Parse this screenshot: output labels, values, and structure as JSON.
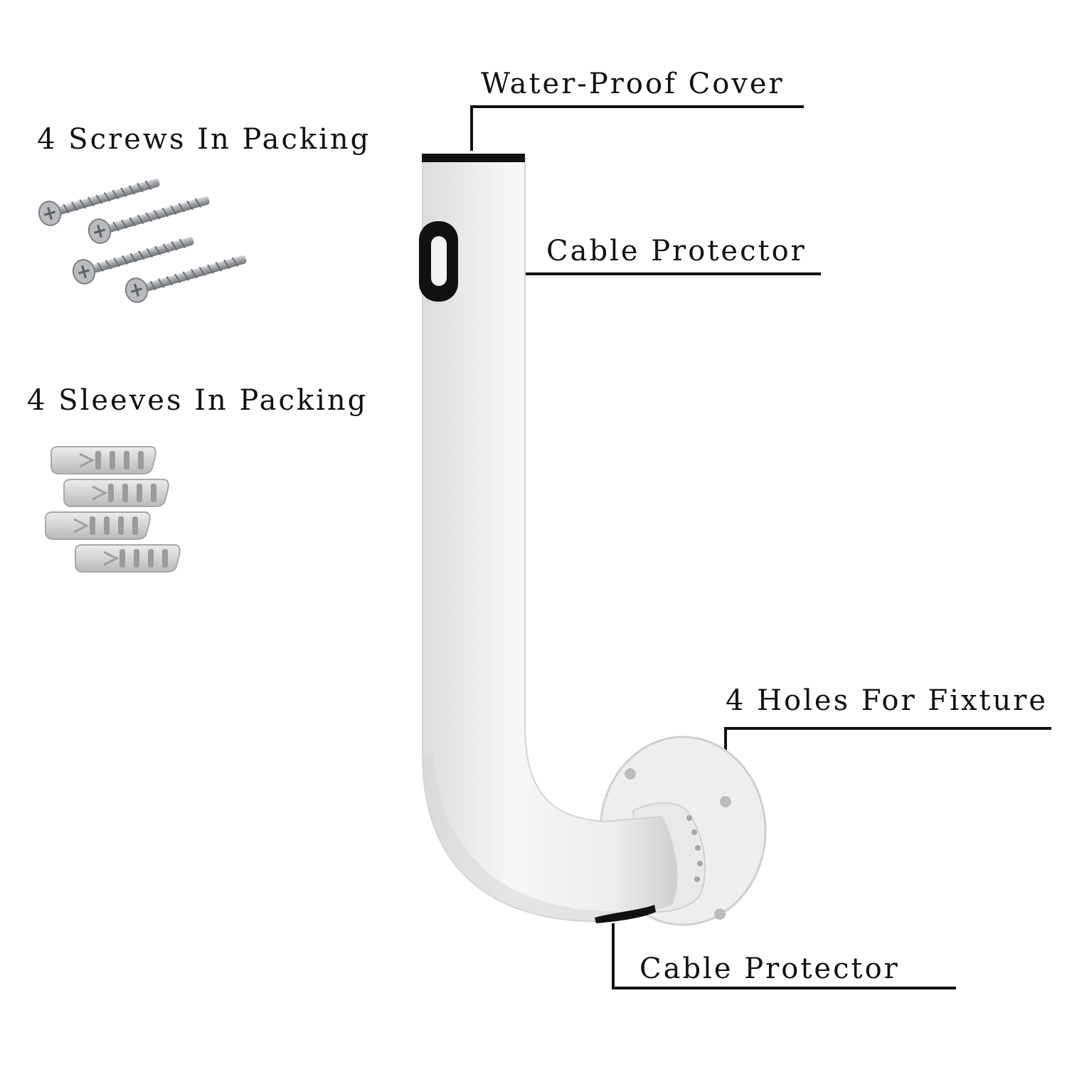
{
  "labels": {
    "water_proof_cover": "Water-Proof Cover",
    "cable_protector_top": "Cable Protector",
    "holes_for_fixture": "4 Holes For Fixture",
    "cable_protector_bottom": "Cable Protector",
    "screws_in_packing": "4 Screws In Packing",
    "sleeves_in_packing": "4 Sleeves In Packing"
  },
  "colors": {
    "bracket_body": "#f2f2f2",
    "rubber_parts": "#111111",
    "screw_metal": "#a9abaf",
    "sleeve_plastic": "#d6d6d6",
    "leader_line": "#111111"
  },
  "icons": {
    "screw": "screw-icon",
    "sleeve": "wall-anchor-sleeve-icon",
    "bracket": "j-shaped-wall-mount-bracket"
  }
}
